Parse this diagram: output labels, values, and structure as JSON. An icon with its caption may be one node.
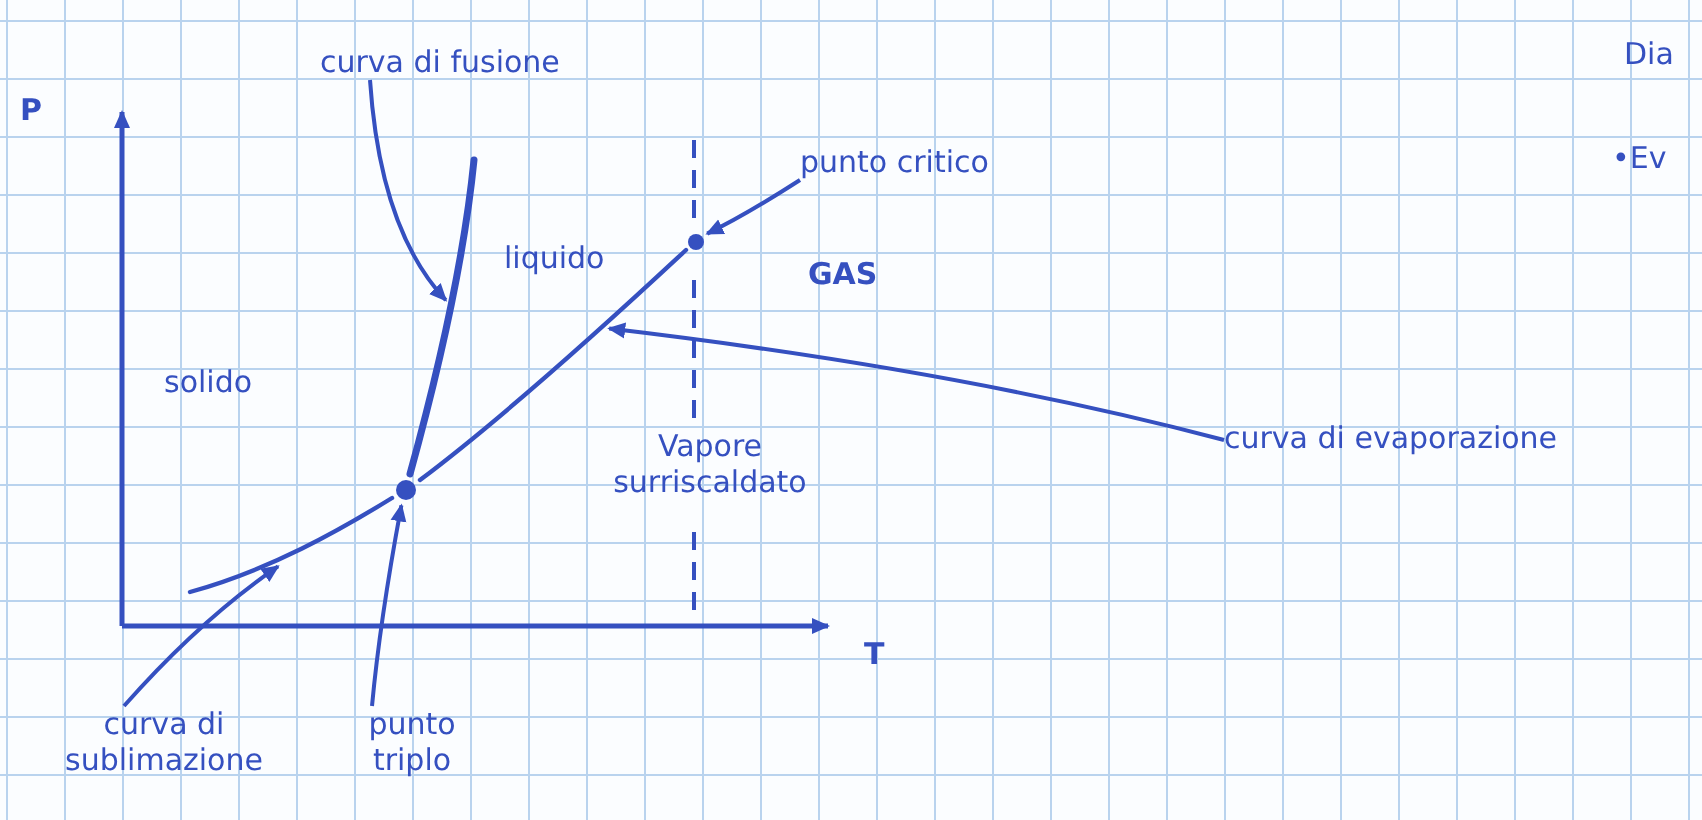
{
  "diagram": {
    "nodes": [
      {
        "text": [
          "curva di fusione"
        ]
      },
      {
        "text": [],
        "shape": "curve"
      },
      {
        "text": [
          "punto critico"
        ]
      },
      {
        "text": [],
        "shape": "circle"
      },
      {
        "text": [
          "curva di evaporazione"
        ]
      },
      {
        "text": [],
        "shape": "curve"
      },
      {
        "text": [
          "curva di sublimazione"
        ]
      },
      {
        "text": [],
        "shape": "curve"
      },
      {
        "text": [
          "punto triplo"
        ]
      },
      {
        "text": [],
        "shape": "circle"
      }
    ],
    "edges": [
      {
        "from": 0,
        "to": 1,
        "arrow": "to"
      },
      {
        "from": 2,
        "to": 3,
        "arrow": "to"
      },
      {
        "from": 4,
        "to": 5,
        "arrow": "to"
      },
      {
        "from": 6,
        "to": 7,
        "arrow": "to"
      },
      {
        "from": 8,
        "to": 9,
        "arrow": "to"
      }
    ],
    "labels": [
      "Dia",
      "P",
      "•Ev",
      "liquido",
      "GAS",
      "solido",
      "Vapore surriscaldato",
      "T"
    ]
  }
}
